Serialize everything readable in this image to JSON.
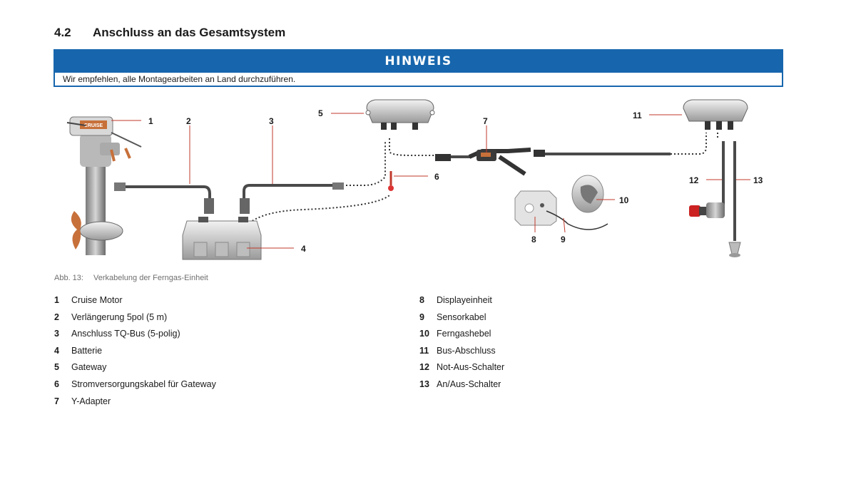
{
  "section": {
    "number": "4.2",
    "title": "Anschluss an das Gesamtsystem"
  },
  "notice": {
    "heading": "HINWEIS",
    "text": "Wir empfehlen, alle Montagearbeiten an Land durchzuführen."
  },
  "diagram": {
    "callouts": [
      "1",
      "2",
      "3",
      "4",
      "5",
      "6",
      "7",
      "8",
      "9",
      "10",
      "11",
      "12",
      "13"
    ],
    "motor_brand": "CRUISE"
  },
  "figure_caption": {
    "label": "Abb. 13:",
    "text": "Verkabelung der Ferngas-Einheit"
  },
  "legend_left": [
    {
      "num": "1",
      "text": "Cruise Motor"
    },
    {
      "num": "2",
      "text": "Verlängerung 5pol (5 m)"
    },
    {
      "num": "3",
      "text": "Anschluss TQ-Bus (5-polig)"
    },
    {
      "num": "4",
      "text": "Batterie"
    },
    {
      "num": "5",
      "text": "Gateway"
    },
    {
      "num": "6",
      "text": "Stromversorgungskabel für Gateway"
    },
    {
      "num": "7",
      "text": "Y-Adapter"
    }
  ],
  "legend_right": [
    {
      "num": "8",
      "text": "Displayeinheit"
    },
    {
      "num": "9",
      "text": "Sensorkabel"
    },
    {
      "num": "10",
      "text": "Ferngashebel"
    },
    {
      "num": "11",
      "text": "Bus-Abschluss"
    },
    {
      "num": "12",
      "text": "Not-Aus-Schalter"
    },
    {
      "num": "13",
      "text": "An/Aus-Schalter"
    }
  ],
  "colors": {
    "accent": "#1766ad",
    "leader": "#c0392b",
    "cable": "#4a4a4a"
  }
}
